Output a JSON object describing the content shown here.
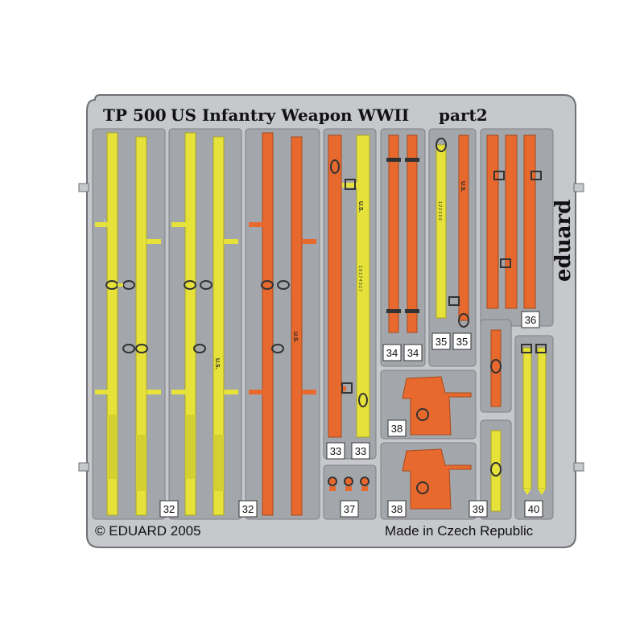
{
  "header": {
    "code": "TP 500",
    "title": "US Infantry Weapon WWII",
    "part": "part2"
  },
  "brand": "eduard",
  "footer": {
    "copyright": "© EDUARD 2005",
    "origin": "Made in Czech Republic"
  },
  "strap_marks": {
    "us": "U.S.",
    "code1": "1 2 2 1 0 0",
    "code2": "1 9 1 7 4 3 1 7"
  },
  "part_numbers": {
    "p32": "32",
    "p33": "33",
    "p34": "34",
    "p35": "35",
    "p36": "36",
    "p37": "37",
    "p38": "38",
    "p39": "39",
    "p40": "40"
  },
  "colors": {
    "metal": "#c6c8cc",
    "metal_dark": "#8a8d92",
    "slot": "#a3a6ab",
    "yellow": "#e6e23a",
    "orange": "#e8692e",
    "text": "#111111"
  }
}
